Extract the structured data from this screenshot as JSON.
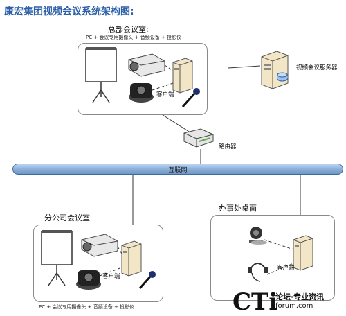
{
  "title": "康宏集团视频会议系统架构图:",
  "hq": {
    "name": "总部会议室:",
    "devices": "PC + 会议专用摄像头 + 音频设备 + 投影仪",
    "client": "客户端"
  },
  "server": {
    "label": "视频会议服务器"
  },
  "router": {
    "label": "路由器"
  },
  "internet": {
    "label": "互联网"
  },
  "branch": {
    "name": "分公司会议室",
    "client": "客户端",
    "devices": "PC + 会议专用摄像头 + 音频设备 + 投影仪"
  },
  "office": {
    "name": "办事处桌面",
    "client": "客户端"
  },
  "watermark": {
    "logo": "CTi",
    "line1": "论坛·专业资讯",
    "line2": "forum.com"
  }
}
